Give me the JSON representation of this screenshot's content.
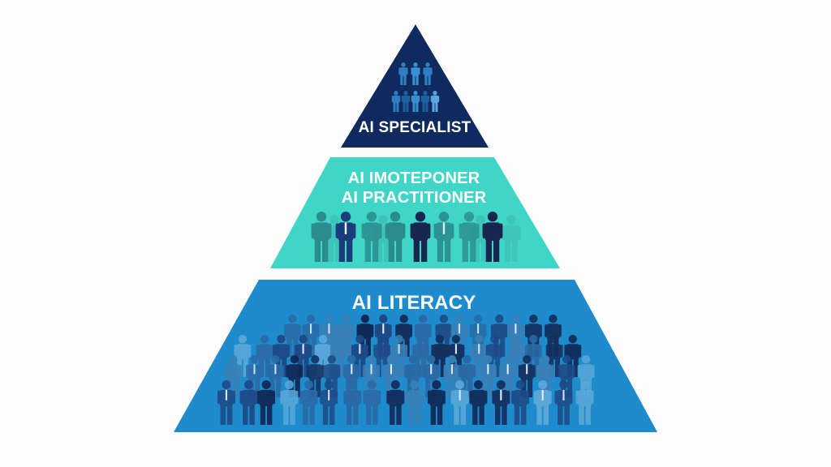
{
  "diagram": {
    "type": "pyramid",
    "background": "#fdfdfd",
    "tiers": [
      {
        "id": "top",
        "label": "AI SPECIALIST",
        "shape": "triangle",
        "color": "#0f2a5e",
        "figure_colors": [
          "#2f7fc0",
          "#3a8fd0",
          "#1f5f9e",
          "#5ba6dd"
        ]
      },
      {
        "id": "middle",
        "label_line1": "AI IMOTEPONER",
        "label_line2": "AI PRACTITIONER",
        "shape": "trapezoid",
        "color": "#3fd6c8",
        "figure_colors": [
          "#2a8c8f",
          "#1a3c7a",
          "#16264f",
          "#3aa7a7"
        ]
      },
      {
        "id": "bottom",
        "label": "AI LITERACY",
        "shape": "trapezoid",
        "color": "#1e8ccc",
        "figure_colors": [
          "#14305f",
          "#1d4a86",
          "#2a6aa6",
          "#3a80b8",
          "#0f2450",
          "#5aa8d8"
        ]
      }
    ]
  }
}
